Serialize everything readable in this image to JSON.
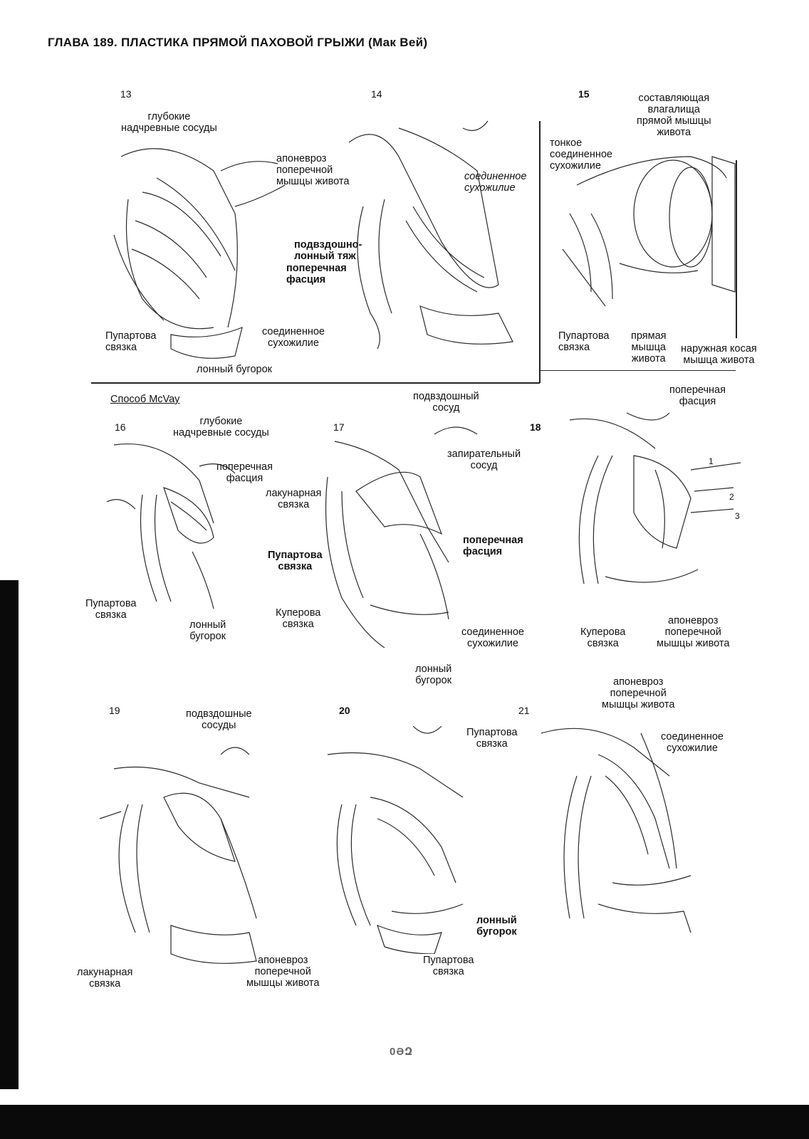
{
  "header": {
    "title": "ГЛАВА 189. ПЛАСТИКА ПРЯМОЙ ПАХОВОЙ ГРЫЖИ (Мак Вей)"
  },
  "method_label": "Способ McVay",
  "page_number": "0ӘԶ",
  "figures": [
    {
      "number": "13",
      "labels": [
        "глубокие\nнадчревные сосуды",
        "апоневроз\nпоперечной\nмышцы живота",
        "подвздошно-\nлонный тяж",
        "поперечная\nфасция",
        "Пупартова\nсвязка",
        "соединенное\nсухожилие",
        "лонный бугорок"
      ]
    },
    {
      "number": "14",
      "labels": [
        "соединенное\nсухожилие"
      ]
    },
    {
      "number": "15",
      "labels": [
        "составляющая\nвлагалища\nпрямой мышцы\nживота",
        "тонкое\nсоединенное\nсухожилие",
        "Пупартова\nсвязка",
        "прямая\nмышца\nживота",
        "наружная косая\nмышца живота"
      ]
    },
    {
      "number": "16",
      "labels": [
        "глубокие\nнадчревные сосуды",
        "поперечная\nфасция",
        "Пупартова\nсвязка",
        "лонный\nбугорок"
      ]
    },
    {
      "number": "17",
      "labels": [
        "подвздошный\nсосуд",
        "запирательный\nсосуд",
        "лакунарная\nсвязка",
        "поперечная\nфасция",
        "Пупартова\nсвязка",
        "Куперова\nсвязка",
        "соединенное\nсухожилие",
        "лонный\nбугорок"
      ]
    },
    {
      "number": "18",
      "labels": [
        "поперечная\nфасция",
        "1",
        "2",
        "3",
        "Куперова\nсвязка",
        "апоневроз\nпоперечной\nмышцы живота"
      ]
    },
    {
      "number": "19",
      "labels": [
        "подвздошные\nсосуды",
        "лакунарная\nсвязка",
        "апоневроз\nпоперечной\nмышцы живота"
      ]
    },
    {
      "number": "20",
      "labels": [
        "лонный\nбугорок",
        "Пупартова\nсвязка"
      ]
    },
    {
      "number": "21",
      "labels": [
        "апоневроз\nпоперечной\nмышцы живота",
        "Пупартова\nсвязка",
        "соединенное\nсухожилие"
      ]
    }
  ]
}
